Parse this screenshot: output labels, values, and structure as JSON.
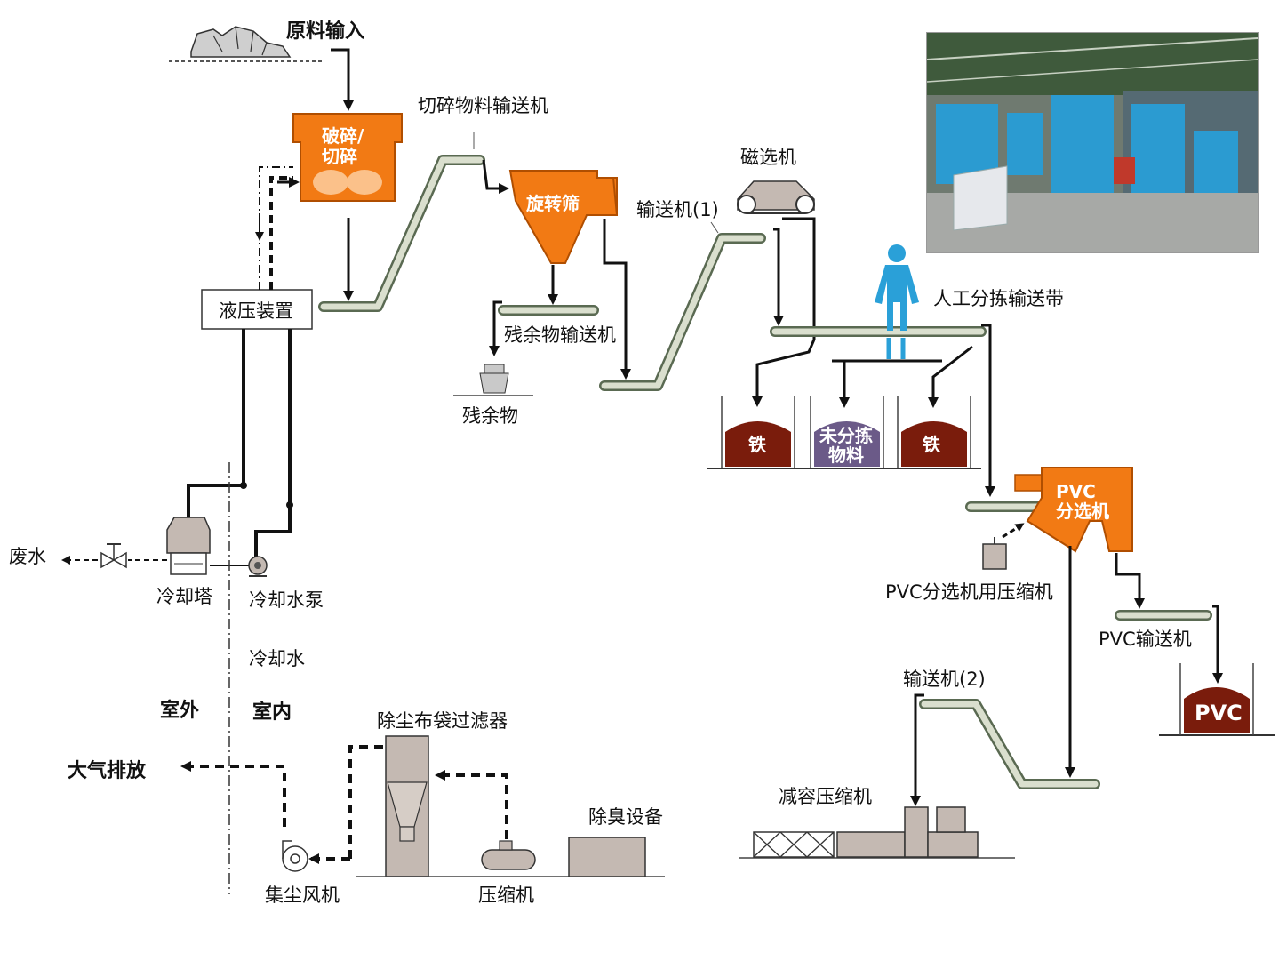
{
  "labels": {
    "raw_input": "原料输入",
    "crusher_line1": "破碎/",
    "crusher_line2": "切碎",
    "shred_conveyor": "切碎物料输送机",
    "rotary_screen": "旋转筛",
    "conveyor1": "输送机(1)",
    "magnetic_separator": "磁选机",
    "manual_sort_belt": "人工分拣输送带",
    "hydraulic_unit": "液压装置",
    "residue_conveyor": "残余物输送机",
    "residue": "残余物",
    "iron": "铁",
    "unsorted_line1": "未分拣",
    "unsorted_line2": "物料",
    "pvc_sep_line1": "PVC",
    "pvc_sep_line2": "分选机",
    "pvc_compressor": "PVC分选机用压缩机",
    "pvc_conveyor": "PVC输送机",
    "pvc": "PVC",
    "wastewater": "废水",
    "cooling_tower": "冷却塔",
    "cooling_pump": "冷却水泵",
    "cooling_water": "冷却水",
    "outdoor": "室外",
    "indoor": "室内",
    "atmosphere": "大气排放",
    "bag_filter": "除尘布袋过滤器",
    "deodorizer": "除臭设备",
    "dust_fan": "集尘风机",
    "compressor": "压缩机",
    "conveyor2": "输送机(2)",
    "volume_compressor": "减容压缩机"
  },
  "colors": {
    "orange": "#f27a14",
    "conveyor_fill": "#dadfce",
    "conveyor_edge": "#5a6a52",
    "iron_fill": "#7a1c0c",
    "unsorted_fill": "#6b5a88",
    "machine_gray": "#c4b9b2",
    "person_blue": "#2aa0d8"
  },
  "icons": [
    "rock-pile-icon",
    "person-icon",
    "valve-icon",
    "pump-icon",
    "fan-icon",
    "cooling-tower-icon",
    "residue-bin-icon"
  ]
}
